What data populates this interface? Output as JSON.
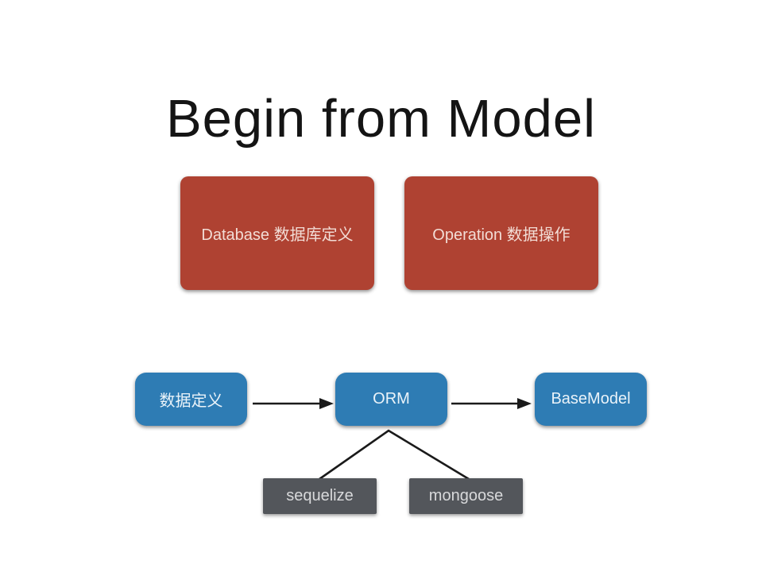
{
  "slide": {
    "title": "Begin from Model",
    "colors": {
      "background": "#FFFFFF",
      "red_box": "#AF4232",
      "blue_box": "#2E7CB4",
      "gray_box": "#53565B",
      "connector": "#1A1A1A",
      "title_text": "#141414"
    },
    "red_boxes": [
      {
        "label": "Database 数据库定义"
      },
      {
        "label": "Operation 数据操作"
      }
    ],
    "flow_boxes": [
      {
        "label": "数据定义"
      },
      {
        "label": "ORM"
      },
      {
        "label": "BaseModel"
      }
    ],
    "orm_children": [
      {
        "label": "sequelize"
      },
      {
        "label": "mongoose"
      }
    ]
  }
}
